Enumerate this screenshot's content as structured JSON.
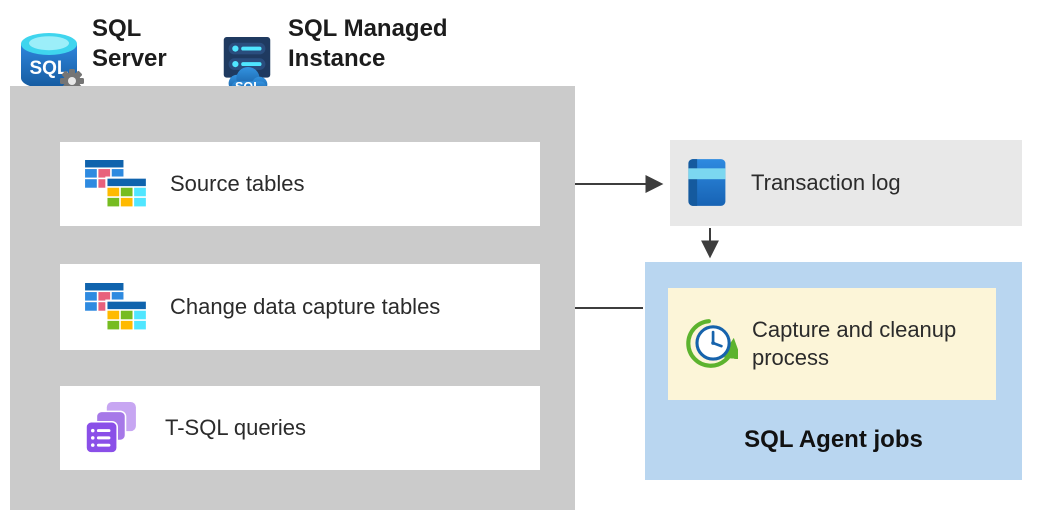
{
  "headers": {
    "sql_server": "SQL Server",
    "sql_managed_instance": "SQL Managed Instance"
  },
  "icons": {
    "sql_server_badge_text": "SQL",
    "sql_mi_badge_text": "SQL"
  },
  "main_panel": {
    "boxes": [
      {
        "label": "Source tables",
        "icon": "tables-icon"
      },
      {
        "label": "Change data capture tables",
        "icon": "tables-icon"
      },
      {
        "label": "T-SQL queries",
        "icon": "queries-icon"
      }
    ]
  },
  "right_panel": {
    "transaction_log": {
      "label": "Transaction log",
      "icon": "transaction-log-icon"
    },
    "sql_agent": {
      "process_label": "Capture and cleanup process",
      "process_icon": "capture-cleanup-clock-icon",
      "group_label": "SQL Agent jobs"
    }
  },
  "connections": [
    {
      "from": "source-tables",
      "to": "transaction-log",
      "style": "solid"
    },
    {
      "from": "transaction-log",
      "to": "sql-agent-jobs",
      "style": "solid"
    },
    {
      "from": "sql-agent-jobs",
      "to": "change-data-capture-tables",
      "style": "solid"
    },
    {
      "from": "source-tables",
      "to": "change-data-capture-tables",
      "style": "dashed"
    },
    {
      "from": "change-data-capture-tables",
      "to": "t-sql-queries",
      "style": "solid"
    }
  ],
  "colors": {
    "main_panel_bg": "#cbcbcb",
    "node_bg": "#ffffff",
    "transaction_log_bg": "#e8e8e8",
    "sql_agent_bg": "#b9d6f0",
    "process_bg": "#fcf5d8",
    "arrow": "#3d3d3d",
    "text": "#2b2b2b"
  }
}
